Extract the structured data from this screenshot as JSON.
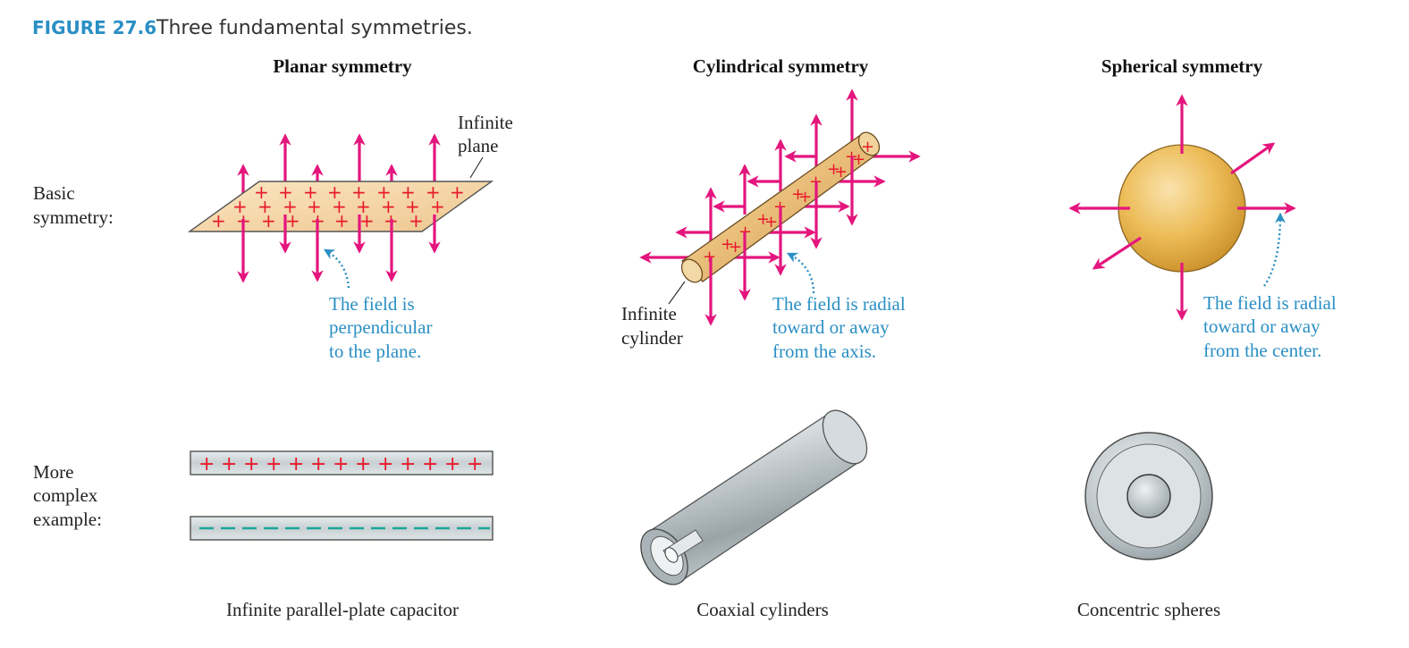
{
  "figure": {
    "number": "FIGURE 27.6",
    "title": "Three fundamental symmetries."
  },
  "columns": {
    "planar": "Planar symmetry",
    "cylindrical": "Cylindrical symmetry",
    "spherical": "Spherical symmetry"
  },
  "rows": {
    "basic": [
      "Basic",
      "symmetry:"
    ],
    "complex": [
      "More",
      "complex",
      "example:"
    ]
  },
  "labels": {
    "infinite_plane": [
      "Infinite",
      "plane"
    ],
    "infinite_cylinder": [
      "Infinite",
      "cylinder"
    ]
  },
  "notes": {
    "planar": [
      "The field is",
      "perpendicular",
      "to the plane."
    ],
    "cylindrical": [
      "The field is radial",
      "toward or away",
      "from the axis."
    ],
    "spherical": [
      "The field is radial",
      "toward or away",
      "from the center."
    ]
  },
  "captions": {
    "capacitor": "Infinite parallel-plate capacitor",
    "coaxial": "Coaxial cylinders",
    "concentric": "Concentric spheres"
  },
  "colors": {
    "field_arrow": "#e4157d",
    "positive_charge": "#e8192c",
    "negative_charge": "#1aa59a",
    "note_text": "#2a8fc4",
    "figure_label": "#2a8fc4",
    "plane_fill": "#f6d9a8",
    "sphere_fill": "#e9b84c",
    "metal": "#c9d0d3"
  }
}
